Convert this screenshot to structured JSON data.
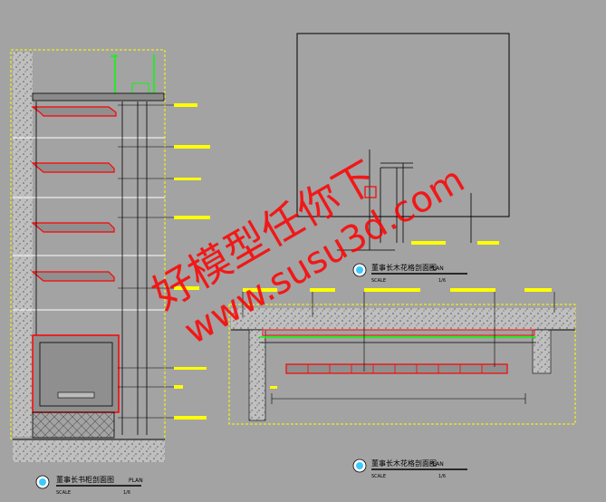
{
  "drawing": {
    "background": "#a3a3a3",
    "colors": {
      "line_yellow": "#ffff00",
      "line_red": "#ff0000",
      "line_green": "#00ff00",
      "line_white": "#ffffff",
      "line_black": "#000000",
      "hatch": "#cfcfcf",
      "title_circle": "#3cc8ff"
    },
    "plan_top": {
      "title": "董事长木花格剖面图",
      "title_en": "PLAN",
      "scale_label": "SCALE",
      "scale_value": "1/6"
    },
    "plan_bottom": {
      "title": "董事长木花格剖面图",
      "title_en": "PLAN",
      "scale_label": "SCALE",
      "scale_value": "1/6"
    },
    "plan_left": {
      "title": "董事长书柜剖面图",
      "title_en": "PLAN",
      "scale_label": "SCALE",
      "scale_value": "1/6"
    },
    "watermark": {
      "line1": "好模型任你下",
      "line2": "www.susu3d.com",
      "color": "#ff0000"
    }
  }
}
